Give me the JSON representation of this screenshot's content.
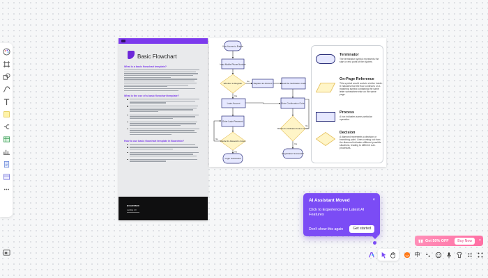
{
  "document": {
    "title": "Basic Flowchart",
    "section1_heading": "What is a basic flowchart template?",
    "section2_heading": "What is the use of a basic flowchart template?",
    "section3_heading": "How to use basic flowchart template in Boardmix?",
    "footer_brand": "BOARDMIX",
    "footer_caption": "Landing 2.0"
  },
  "flowchart": {
    "nodes": {
      "start": "User Access to Engine",
      "input": "Input Mobile Phone Number",
      "decision1": "Whether to Register",
      "register": "Register an Account",
      "send_code": "Send the Verification Code",
      "login_account": "Login Account",
      "enter_code": "Enter Confirmation Code",
      "enter_password": "Enter Login Password",
      "decision2": "Whether the Verification Code is Correct",
      "decision3": "Whether the Password is Correct",
      "success_login": "Login Successful",
      "success_reg": "Registration Successful"
    },
    "labels": {
      "yes": "Yes",
      "no": "No"
    }
  },
  "legend": {
    "items": [
      {
        "title": "Terminator",
        "description": "The terminator symbol represents the start or end point of the system."
      },
      {
        "title": "On-Page Reference",
        "description": "This symbol would contain a letter inside. It indicates that the flow continues on a matching symbol containing the same letter somewhere else on the same page."
      },
      {
        "title": "Process",
        "description": "A box indicates some particular operation."
      },
      {
        "title": "Decision",
        "description": "A diamond represents a decision or branching point. Lines coming out from the diamond indicates different possible situations, leading to different sub-processes."
      }
    ]
  },
  "ai_popup": {
    "title": "AI Assistant Moved",
    "body": "Click to Experience the Latest AI Features",
    "dismiss": "Don't show this again",
    "button": "Get started",
    "close": "×"
  },
  "promo": {
    "text": "Get 50% OFF",
    "button": "Buy Now",
    "close": "×"
  },
  "toolbar": {
    "lang": "中"
  },
  "colors": {
    "accent": "#7b4cf5",
    "doc_accent": "#7c3aed",
    "node_fill": "#e6e8ff",
    "node_stroke": "#2b2f7a",
    "decision_fill": "#fff5c7",
    "decision_stroke": "#e8c66a",
    "promo": "#ff7aa8"
  }
}
